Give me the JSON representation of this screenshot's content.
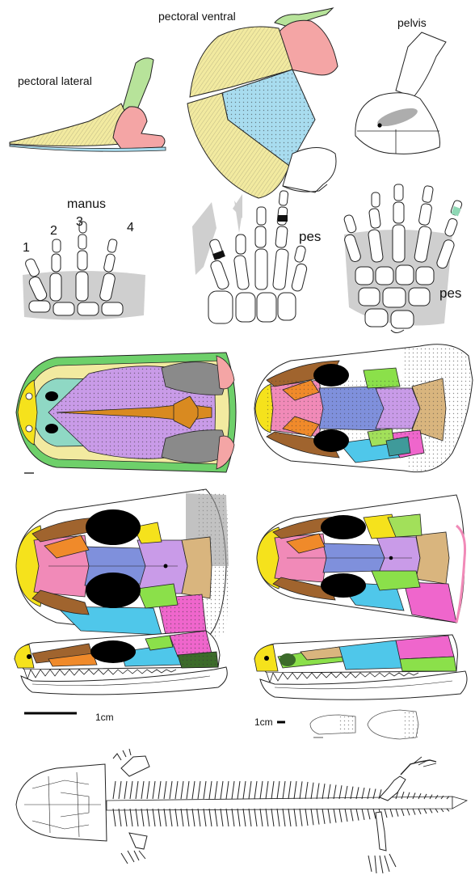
{
  "labels": {
    "pectoral_lateral": "pectoral lateral",
    "pectoral_ventral": "pectoral ventral",
    "pelvis": "pelvis",
    "manus": "manus",
    "digit_1": "1",
    "digit_2": "2",
    "digit_3": "3",
    "digit_4": "4",
    "pes_left": "pes",
    "pes_right": "pes",
    "scale_left": "1cm",
    "scale_right": "1cm"
  },
  "colors": {
    "interclavicle": "#a8dcef",
    "clavicle": "#f2eaa0",
    "scapula": "#b7e39a",
    "coracoid": "#f4a5a5",
    "premaxilla": "#f5e21c",
    "nasal": "#f18ab8",
    "frontal": "#7f90dc",
    "parietal": "#c99be8",
    "maxilla": "#a0642e",
    "lacrimal": "#f08a2a",
    "postorbital": "#8be04a",
    "squamosal": "#ef66cc",
    "jugal": "#4fc7ea",
    "tabular": "#d9b57e",
    "quadratojugal": "#a2e05a",
    "postparietal": "#3f9a9a",
    "dermal_border": "#6ed06a",
    "cultriform": "#d98a20",
    "orbit": "#000000",
    "cartilage_grey": "#cfcfcf"
  }
}
